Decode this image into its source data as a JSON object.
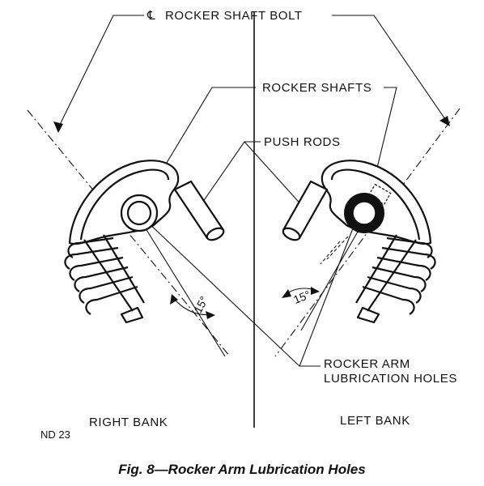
{
  "labels": {
    "centerline_symbol": "℄",
    "rocker_shaft_bolt": "ROCKER SHAFT BOLT",
    "rocker_shafts": "ROCKER SHAFTS",
    "push_rods": "PUSH RODS",
    "lube_holes_line1": "ROCKER ARM",
    "lube_holes_line2": "LUBRICATION HOLES",
    "angle_right": "15°",
    "angle_left": "15°",
    "right_bank": "RIGHT BANK",
    "left_bank": "LEFT BANK",
    "code": "ND 23"
  },
  "caption": "Fig. 8—Rocker Arm Lubrication Holes"
}
